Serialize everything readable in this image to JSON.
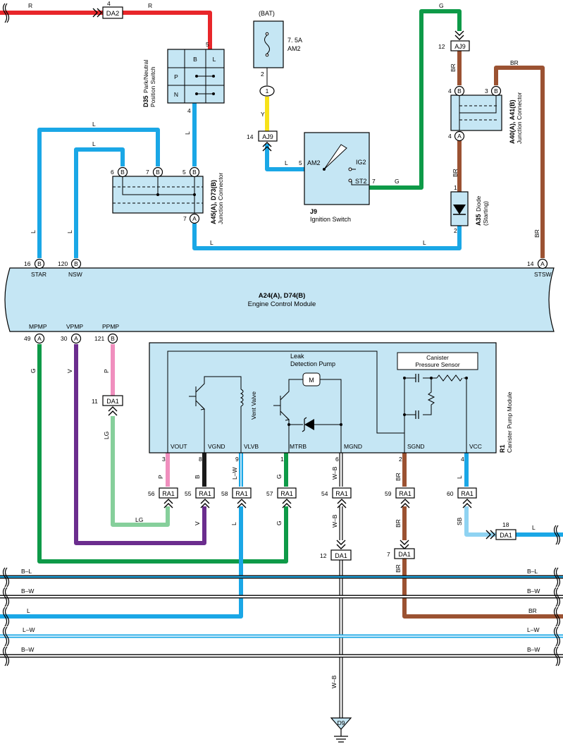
{
  "wire_colors": {
    "R": "#e8262a",
    "G": "#0e9a48",
    "BR": "#9b5232",
    "L": "#1aa7e6",
    "Y": "#f7e21a",
    "P": "#f08fbe",
    "LG": "#86cf9b",
    "V": "#6b2d8e",
    "B": "#1a1a1a",
    "LW_stripe": "#ffffff",
    "WB": "#ffffff",
    "SB": "#8fd3f2",
    "module_fill": "#c5e6f4"
  },
  "labels": {
    "R_top": "R",
    "R_top2": "R",
    "da2_pin": "4",
    "da2": "DA2",
    "bat": "(BAT)",
    "fuse_rating": "7. 5A",
    "fuse_name": "AM2",
    "fuse_pin": "2",
    "j1": "1",
    "Y": "Y",
    "aj9_pin_left": "14",
    "aj9": "AJ9",
    "aj9_right_pin": "12",
    "G_top": "G",
    "BR_a": "BR",
    "BR_top": "BR",
    "L_am2": "L",
    "pin5": "5",
    "AM2": "AM2",
    "IG2": "IG2",
    "ST2": "ST2",
    "pin7": "7",
    "G_st2": "G",
    "j9_id": "J9",
    "j9_name": "Ignition Switch",
    "d35_pin5": "5",
    "d35_pin4": "4",
    "d35_id": "D35",
    "d35_name1": "Park/Neutral",
    "d35_name2": "Position Switch",
    "sw_B": "B",
    "sw_L": "L",
    "sw_P": "P",
    "sw_N": "N",
    "L_left1": "L",
    "L_left2": "L",
    "L_d35": "L",
    "jc_pin6": "6",
    "jc_pin7": "7",
    "jc_pin5": "5",
    "jc_pinA7": "7",
    "jc_B": "B",
    "jc_A": "A",
    "jc_id": "A45(A), D73(B)",
    "jc_name": "Junction Connector",
    "L_jc_v": "L",
    "L_jc_h": "L",
    "L_j16": "L",
    "L_j120": "L",
    "jc2_pin4a": "4",
    "jc2_pin3": "3",
    "jc2_pin4b": "4",
    "jc2_id": "A40(A), A41(B)",
    "jc2_name": "Junction Connector",
    "BR_jc2": "BR",
    "diode_pin1": "1",
    "diode_pin2": "2",
    "diode_id": "A35",
    "diode_name1": "Diode",
    "diode_name2": "(Starting)",
    "BR_right": "BR",
    "ecm_pin16": "16",
    "ecm_pin120": "120",
    "ecm_pin14": "14",
    "STAR": "STAR",
    "NSW": "NSW",
    "STSW": "STSW",
    "ecm_id": "A24(A), D74(B)",
    "ecm_name": "Engine Control Module",
    "MPMP": "MPMP",
    "VPMP": "VPMP",
    "PPMP": "PPMP",
    "ecm_pin49": "49",
    "ecm_pin30": "30",
    "ecm_pin121": "121",
    "G_mpmp": "G",
    "V_vpmp": "V",
    "P_ppmp": "P",
    "da1_pin11": "11",
    "da1": "DA1",
    "LG_v": "LG",
    "LG_h": "LG",
    "leak1": "Leak",
    "leak2": "Detection Pump",
    "motor": "M",
    "vent": "Vent Valve",
    "canister1": "Canister",
    "canister2": "Pressure Sensor",
    "VOUT": "VOUT",
    "VGND": "VGND",
    "VLVB": "VLVB",
    "MTRB": "MTRB",
    "MGND": "MGND",
    "SGND": "SGND",
    "VCC": "VCC",
    "r1_id": "R1",
    "r1_name": "Canister Pump Module",
    "r1_pin3": "3",
    "r1_pin8": "8",
    "r1_pin9": "9",
    "r1_pin1": "1",
    "r1_pin6": "6",
    "r1_pin2": "2",
    "r1_pin4": "4",
    "w_P": "P",
    "w_B": "B",
    "w_LW": "L–W",
    "w_G": "G",
    "w_WB": "W–B",
    "w_BR": "BR",
    "w_L": "L",
    "ra1": "RA1",
    "ra_pin56": "56",
    "ra_pin55": "55",
    "ra_pin58": "58",
    "ra_pin57": "57",
    "ra_pin54": "54",
    "ra_pin59": "59",
    "ra_pin60": "60",
    "V_low": "V",
    "L_low": "L",
    "G_low": "G",
    "WB_low": "W–B",
    "BR_low": "BR",
    "SB": "SB",
    "da1_pin18": "18",
    "L_da1_18": "L",
    "da1_pin12": "12",
    "da1_pin7": "7",
    "BR_da1": "BR",
    "bus_BL_l": "B–L",
    "bus_BL_r": "B–L",
    "bus_BW_l": "B–W",
    "bus_BW_r": "B–W",
    "bus_L_l": "L",
    "bus_BR_r": "BR",
    "bus_LW_l": "L–W",
    "bus_LW_r": "L–W",
    "bus_BW2_l": "B–W",
    "bus_BW2_r": "B–W",
    "WB_ground": "W–B",
    "ground": "D9"
  },
  "icons": [
    "fuse-icon",
    "switch-icon",
    "diode-icon",
    "motor-icon",
    "coil-icon",
    "ground-icon"
  ]
}
